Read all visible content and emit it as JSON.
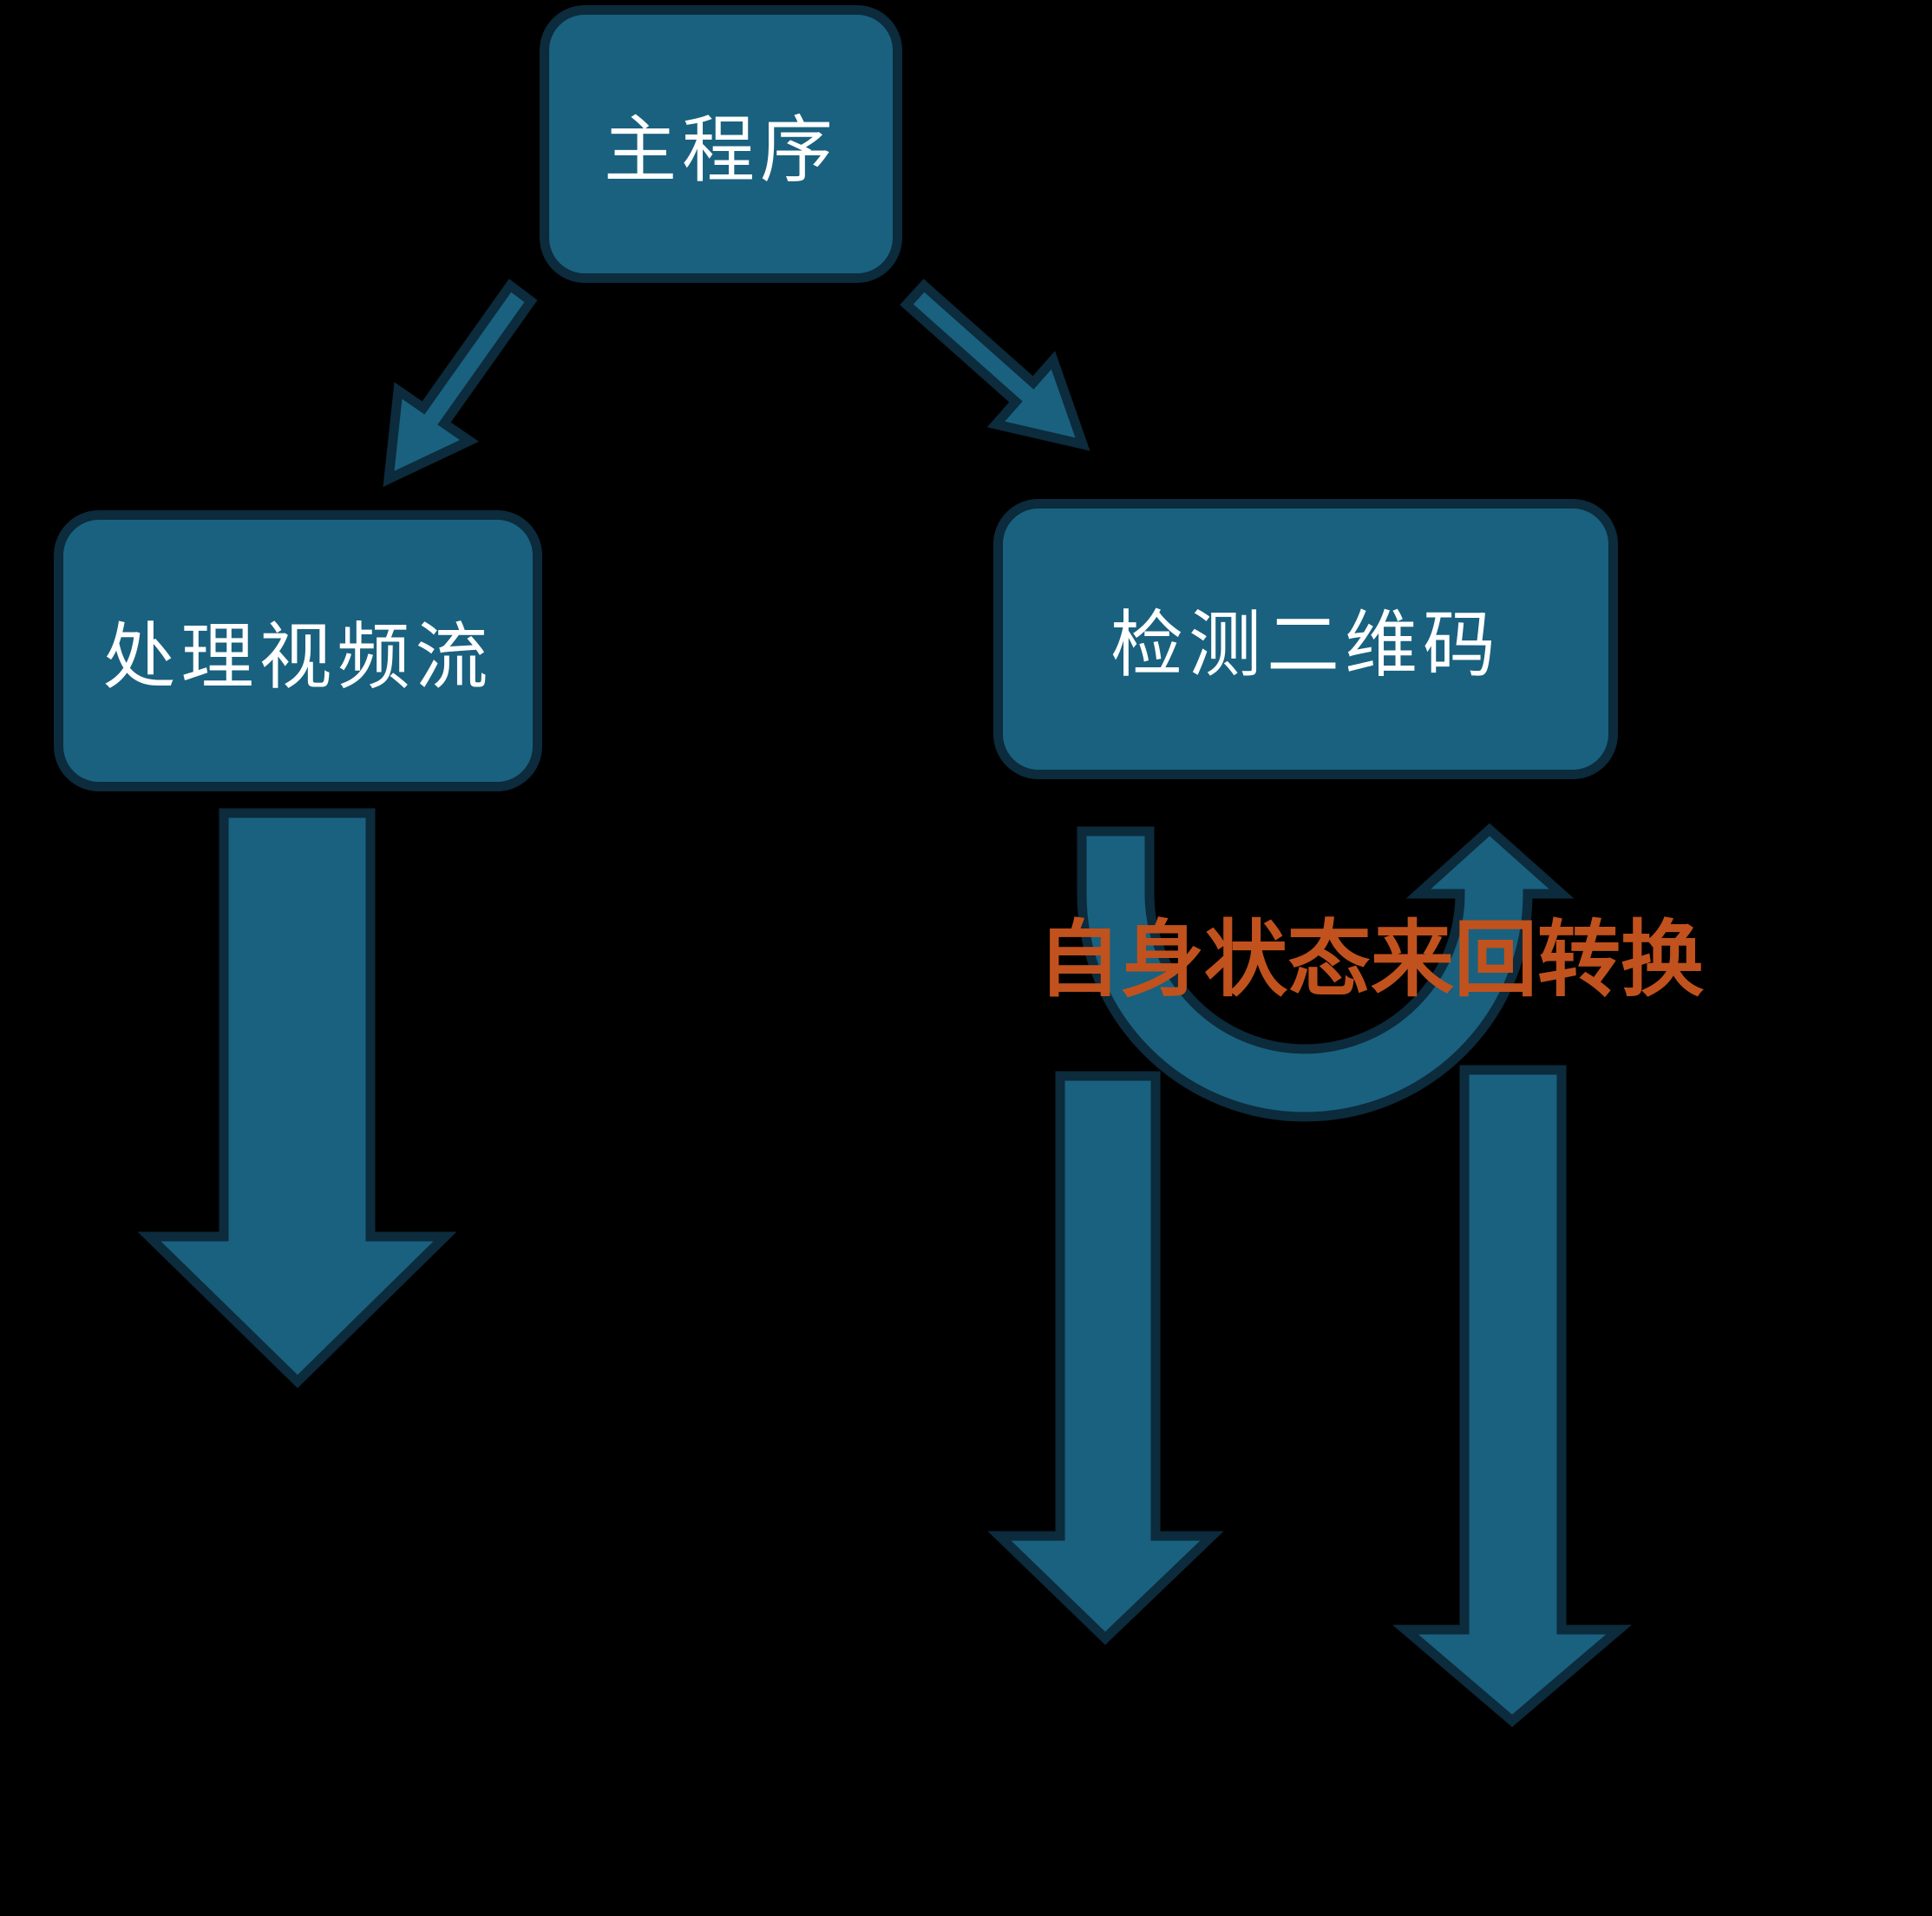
{
  "diagram": {
    "colors": {
      "background": "#000000",
      "node_fill": "#19617F",
      "node_border": "#0C2B3C",
      "arrow_fill": "#19617F",
      "arrow_outline": "#0C2B3C",
      "node_text": "#FFFFFF",
      "annotation_text": "#C1521D"
    },
    "nodes": [
      {
        "id": "main-program",
        "label": "主程序"
      },
      {
        "id": "process-video-stream",
        "label": "处理视频流"
      },
      {
        "id": "detect-qr-code",
        "label": "检测二维码"
      }
    ],
    "annotation": {
      "label": "自身状态来回转换"
    }
  }
}
